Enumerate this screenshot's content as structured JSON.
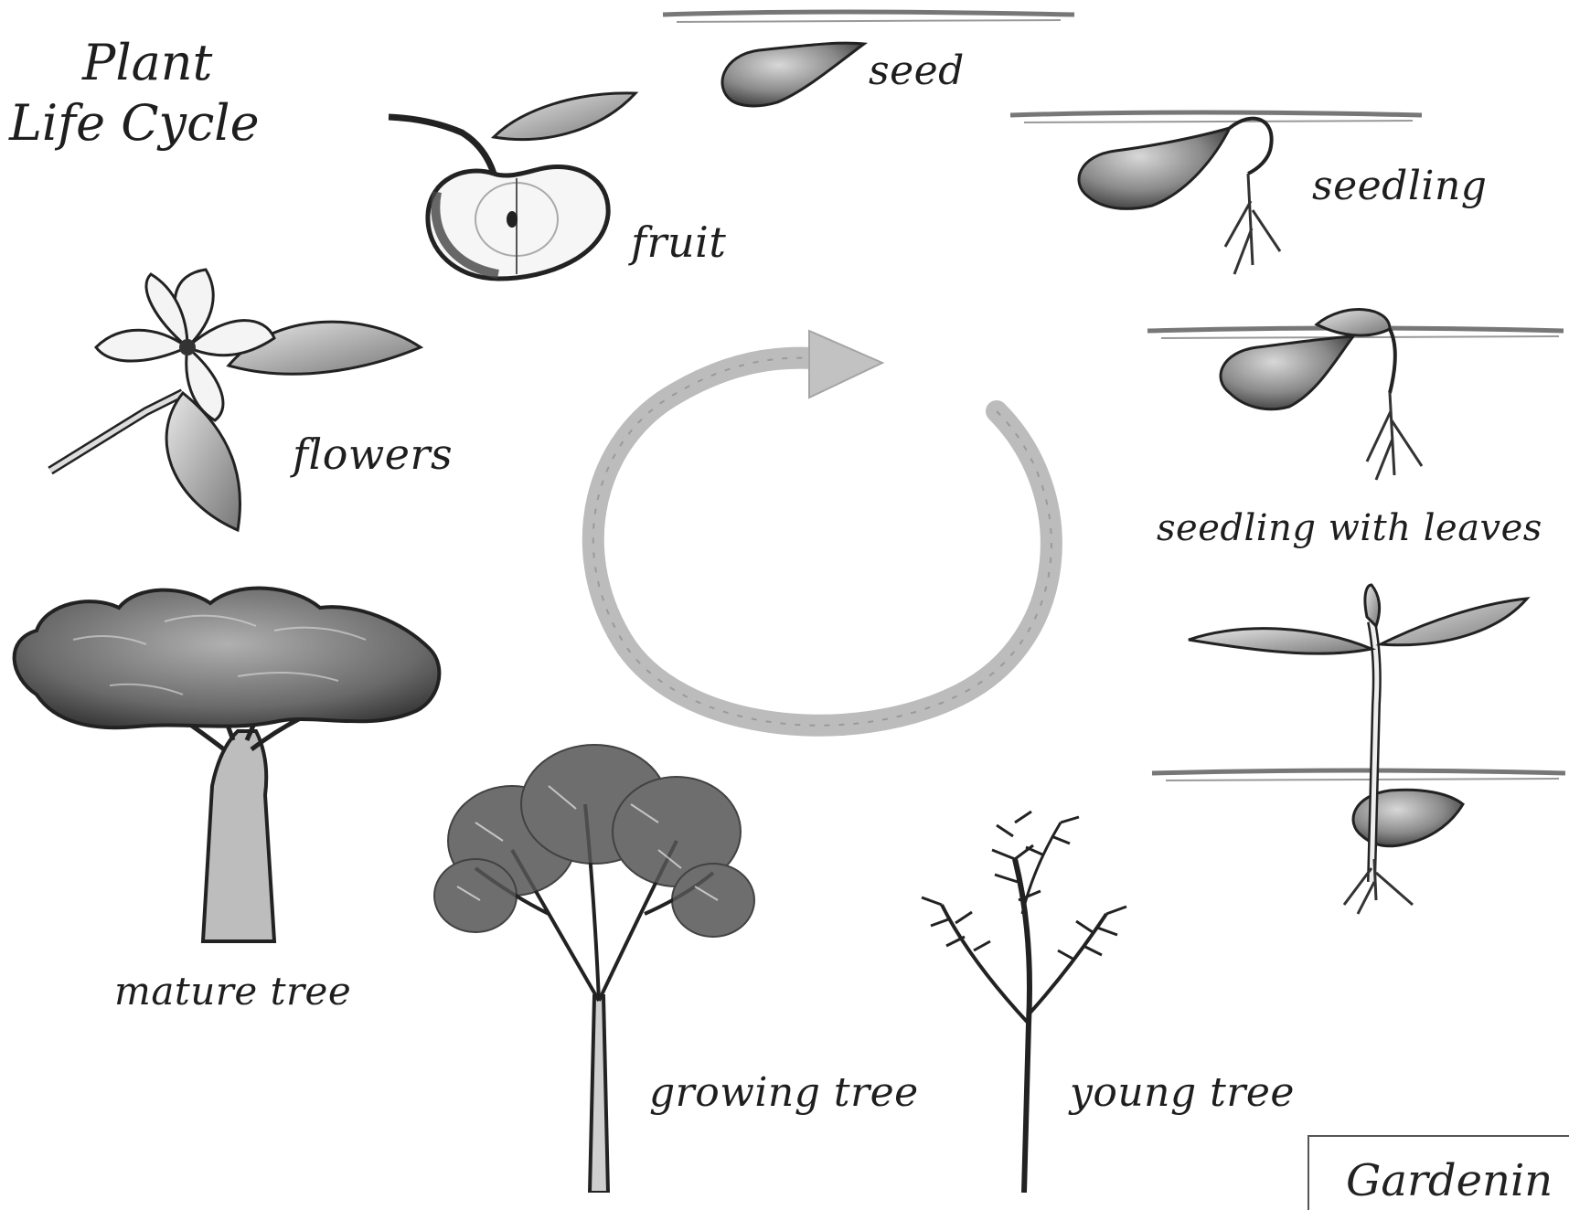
{
  "title": {
    "line1": "Plant",
    "line2": "Life Cycle"
  },
  "stages": {
    "seed": "seed",
    "seedling": "seedling",
    "seedling_with_leaves": "seedling with leaves",
    "young_tree": "young tree",
    "growing_tree": "growing tree",
    "mature_tree": "mature tree",
    "flowers": "flowers",
    "fruit": "fruit"
  },
  "logo": {
    "text": "Gardenin"
  },
  "colors": {
    "ink": "#1e1e1e",
    "soil": "#777777",
    "arrow": "#b5b5b5"
  }
}
